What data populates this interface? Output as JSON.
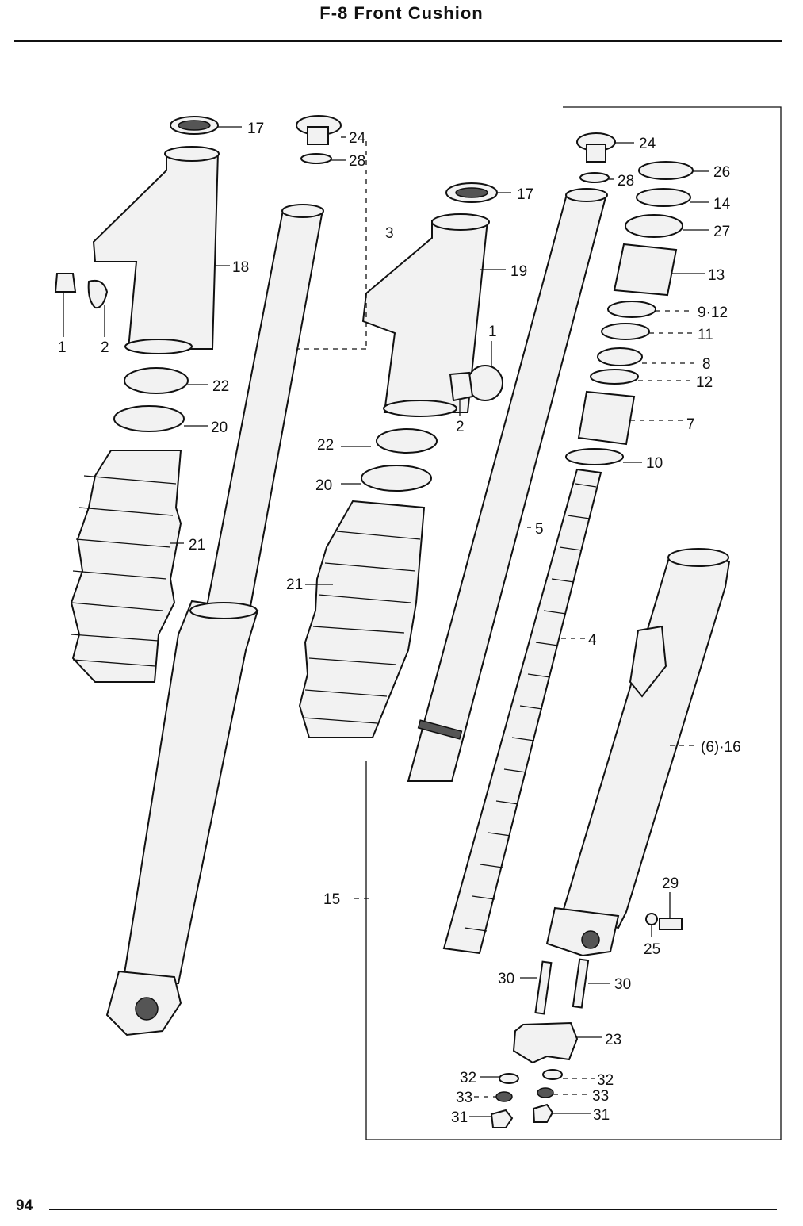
{
  "header": {
    "title": "F-8   Front Cushion"
  },
  "footer": {
    "page_number": "94"
  },
  "callouts": {
    "c1a": "1",
    "c2a": "2",
    "c17a": "17",
    "c18": "18",
    "c22a": "22",
    "c20a": "20",
    "c21a": "21",
    "c24a": "24",
    "c28a": "28",
    "c3": "3",
    "c17b": "17",
    "c19": "19",
    "c1b": "1",
    "c2b": "2",
    "c22b": "22",
    "c20b": "20",
    "c21b": "21",
    "c5": "5",
    "c15": "15",
    "c24b": "24",
    "c28b": "28",
    "c26": "26",
    "c14": "14",
    "c27": "27",
    "c13": "13",
    "c912": "9·12",
    "c11": "11",
    "c8": "8",
    "c12": "12",
    "c7": "7",
    "c10": "10",
    "c4": "4",
    "c616": "(6)·16",
    "c29": "29",
    "c25": "25",
    "c30a": "30",
    "c30b": "30",
    "c23": "23",
    "c32a": "32",
    "c32b": "32",
    "c33a": "33",
    "c33b": "33",
    "c31a": "31",
    "c31b": "31"
  }
}
